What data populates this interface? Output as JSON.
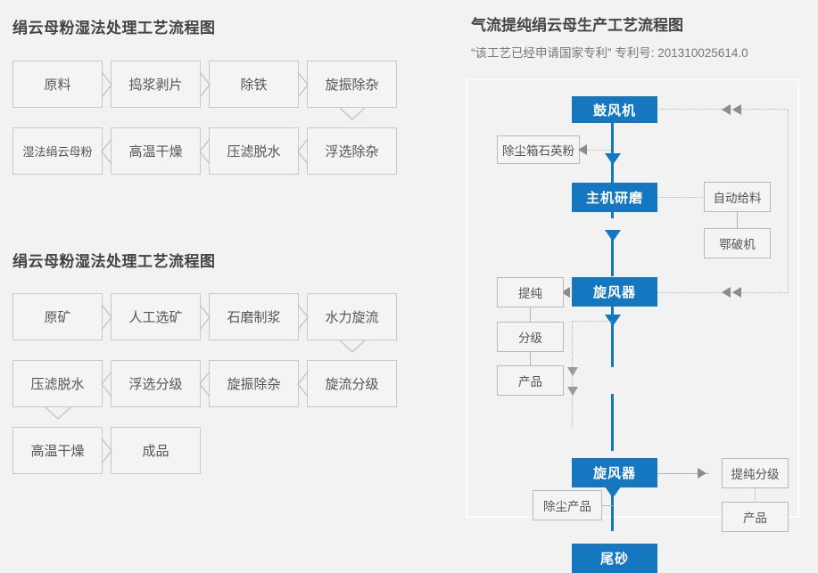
{
  "left": {
    "chart1": {
      "title": "绢云母粉湿法处理工艺流程图",
      "row1": [
        "原料",
        "捣浆剥片",
        "除铁",
        "旋振除杂"
      ],
      "row2": [
        "湿法绢云母粉",
        "高温干燥",
        "压滤脱水",
        "浮选除杂"
      ]
    },
    "chart2": {
      "title": "绢云母粉湿法处理工艺流程图",
      "row1": [
        "原矿",
        "人工选矿",
        "石磨制浆",
        "水力旋流"
      ],
      "row2": [
        "压滤脱水",
        "浮选分级",
        "旋振除杂",
        "旋流分级"
      ],
      "row3": [
        "高温干燥",
        "成品"
      ]
    }
  },
  "right": {
    "title": "气流提纯绢云母生产工艺流程图",
    "subtitle": "“该工艺已经申请国家专利” 专利号: 201310025614.0",
    "nodes": {
      "blower": "鼓风机",
      "dust_quartz": "除尘箱石英粉",
      "main_grinder": "主机研磨",
      "auto_feed": "自动给料",
      "jaw_crusher": "鄂破机",
      "cyclone1": "旋风器",
      "purify": "提纯",
      "grading": "分级",
      "product_left": "产品",
      "cyclone2": "旋风器",
      "purify_grading": "提纯分级",
      "product_right": "产品",
      "dust_product": "除尘产品",
      "tailings": "尾砂"
    }
  },
  "colors": {
    "accent_blue": "#1577bf",
    "page_bg": "#f2f2f2",
    "box_border": "#c9c9c9",
    "text": "#555555",
    "title": "#444444"
  }
}
